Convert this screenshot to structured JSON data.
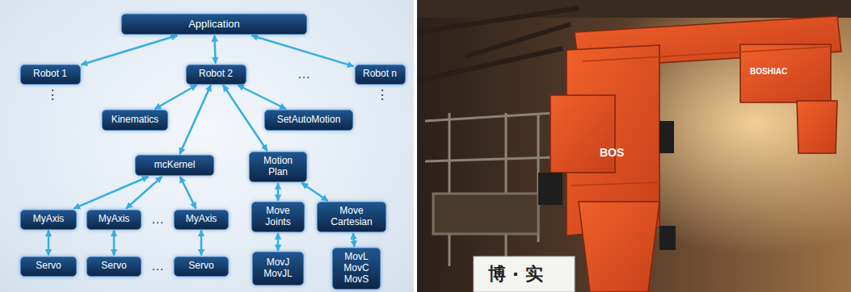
{
  "diagram": {
    "nodes": [
      {
        "text": [
          "Application"
        ]
      },
      {
        "text": [
          "Robot 1"
        ]
      },
      {
        "text": [
          "Robot 2"
        ]
      },
      {
        "text": [
          "Robot n"
        ]
      },
      {
        "text": [
          "Kinematics"
        ]
      },
      {
        "text": [
          "SetAutoMotion"
        ]
      },
      {
        "text": [
          "mcKernel"
        ]
      },
      {
        "text": [
          "Motion Plan"
        ]
      },
      {
        "text": [
          "MyAxis"
        ]
      },
      {
        "text": [
          "MyAxis"
        ]
      },
      {
        "text": [
          "MyAxis"
        ]
      },
      {
        "text": [
          "Move Joints"
        ]
      },
      {
        "text": [
          "Move Cartesian"
        ]
      },
      {
        "text": [
          "Servo"
        ]
      },
      {
        "text": [
          "Servo"
        ]
      },
      {
        "text": [
          "Servo"
        ]
      },
      {
        "text": [
          "MovJ MovJL"
        ]
      },
      {
        "text": [
          "MovL MovC MovS"
        ]
      }
    ],
    "edges": [
      {
        "from": 0,
        "to": 1,
        "arrow": "both"
      },
      {
        "from": 0,
        "to": 2,
        "arrow": "both"
      },
      {
        "from": 0,
        "to": 3,
        "arrow": "both"
      },
      {
        "from": 2,
        "to": 4,
        "arrow": "both"
      },
      {
        "from": 2,
        "to": 5,
        "arrow": "both"
      },
      {
        "from": 2,
        "to": 6,
        "arrow": "both"
      },
      {
        "from": 2,
        "to": 7,
        "arrow": "both"
      },
      {
        "from": 6,
        "to": 8,
        "arrow": "both"
      },
      {
        "from": 6,
        "to": 9,
        "arrow": "both"
      },
      {
        "from": 6,
        "to": 10,
        "arrow": "both"
      },
      {
        "from": 7,
        "to": 11,
        "arrow": "both"
      },
      {
        "from": 7,
        "to": 12,
        "arrow": "both"
      },
      {
        "from": 8,
        "to": 13,
        "arrow": "both"
      },
      {
        "from": 9,
        "to": 14,
        "arrow": "both"
      },
      {
        "from": 10,
        "to": 15,
        "arrow": "both"
      },
      {
        "from": 11,
        "to": 16,
        "arrow": "both"
      },
      {
        "from": 12,
        "to": 17,
        "arrow": "both"
      }
    ],
    "labels": [
      "⋮",
      "⋮",
      "…",
      "…",
      "…",
      "BOSHIAC",
      "BOS",
      "博 · 实"
    ]
  }
}
